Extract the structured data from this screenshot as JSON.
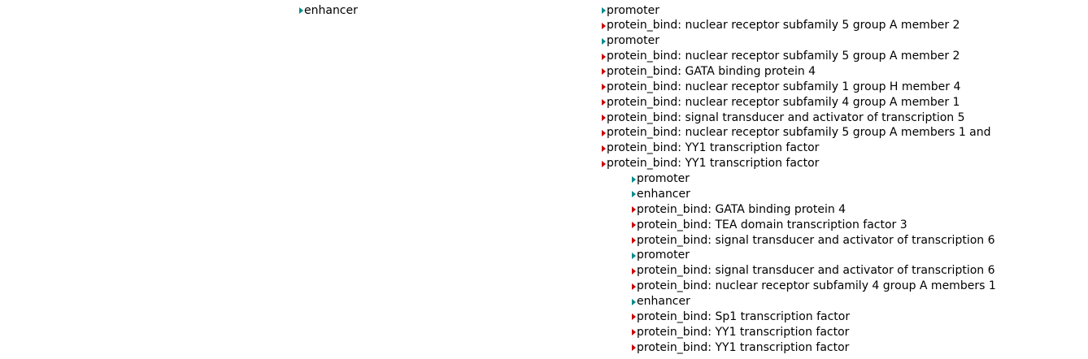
{
  "colors": {
    "promoter": "#008b8b",
    "enhancer": "#008b8b",
    "protein_bind": "#cc0000",
    "label_text": "#000000",
    "background": "#ffffff"
  },
  "tree": {
    "left_items": [
      {
        "label": "enhancer",
        "type": "enhancer",
        "row": 0
      }
    ],
    "right_items": [
      {
        "label": "promoter",
        "type": "promoter",
        "indent": 0
      },
      {
        "label": "protein_bind: nuclear receptor subfamily 5 group A member 2",
        "type": "protein_bind",
        "indent": 0
      },
      {
        "label": "promoter",
        "type": "promoter",
        "indent": 0
      },
      {
        "label": "protein_bind: nuclear receptor subfamily 5 group A member 2",
        "type": "protein_bind",
        "indent": 0
      },
      {
        "label": "protein_bind: GATA binding protein 4",
        "type": "protein_bind",
        "indent": 0
      },
      {
        "label": "protein_bind: nuclear receptor subfamily 1 group H member 4",
        "type": "protein_bind",
        "indent": 0
      },
      {
        "label": "protein_bind: nuclear receptor subfamily 4 group A member 1",
        "type": "protein_bind",
        "indent": 0
      },
      {
        "label": "protein_bind: signal transducer and activator of transcription 5",
        "type": "protein_bind",
        "indent": 0
      },
      {
        "label": "protein_bind: nuclear receptor subfamily 5 group A members 1 and",
        "type": "protein_bind",
        "indent": 0
      },
      {
        "label": "protein_bind: YY1 transcription factor",
        "type": "protein_bind",
        "indent": 0
      },
      {
        "label": "protein_bind: YY1 transcription factor",
        "type": "protein_bind",
        "indent": 0
      },
      {
        "label": "promoter",
        "type": "promoter",
        "indent": 1
      },
      {
        "label": "enhancer",
        "type": "enhancer",
        "indent": 1
      },
      {
        "label": "protein_bind: GATA binding protein 4",
        "type": "protein_bind",
        "indent": 1
      },
      {
        "label": "protein_bind: TEA domain transcription factor 3",
        "type": "protein_bind",
        "indent": 1
      },
      {
        "label": "protein_bind: signal transducer and activator of transcription 6",
        "type": "protein_bind",
        "indent": 1
      },
      {
        "label": "promoter",
        "type": "promoter",
        "indent": 1
      },
      {
        "label": "protein_bind: signal transducer and activator of transcription 6",
        "type": "protein_bind",
        "indent": 1
      },
      {
        "label": "protein_bind: nuclear receptor subfamily 4 group A members 1",
        "type": "protein_bind",
        "indent": 1
      },
      {
        "label": "enhancer",
        "type": "enhancer",
        "indent": 1
      },
      {
        "label": "protein_bind: Sp1 transcription factor",
        "type": "protein_bind",
        "indent": 1
      },
      {
        "label": "protein_bind: YY1 transcription factor",
        "type": "protein_bind",
        "indent": 1
      },
      {
        "label": "protein_bind: YY1 transcription factor",
        "type": "protein_bind",
        "indent": 1
      }
    ]
  }
}
